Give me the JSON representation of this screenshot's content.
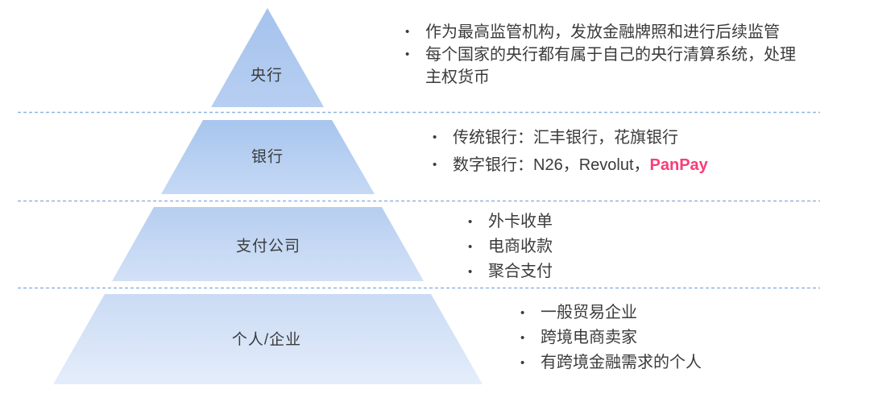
{
  "diagram_title": "",
  "bullet_glyph": "•",
  "levels": [
    {
      "label": "央行",
      "bullets": [
        {
          "text": "作为最高监管机构，发放金融牌照和进行后续监管"
        },
        {
          "text": "每个国家的央行都有属于自己的央行清算系统，处理主权货币"
        }
      ]
    },
    {
      "label": "银行",
      "bullets": [
        {
          "text": "传统银行：汇丰银行，花旗银行"
        },
        {
          "text": "数字银行：N26，Revolut，",
          "highlight": "PanPay"
        }
      ]
    },
    {
      "label": "支付公司",
      "bullets": [
        {
          "text": "外卡收单"
        },
        {
          "text": "电商收款"
        },
        {
          "text": "聚合支付"
        }
      ]
    },
    {
      "label": "个人/企业",
      "bullets": [
        {
          "text": "一般贸易企业"
        },
        {
          "text": "跨境电商卖家"
        },
        {
          "text": "有跨境金融需求的个人"
        }
      ]
    }
  ],
  "colors": {
    "highlight": "#FA3C78",
    "text": "#3B3B3B",
    "separator": "#8FB4E3",
    "level_fills": [
      {
        "top": "#A5C3ED",
        "bottom": "#B7CEF1"
      },
      {
        "top": "#A7C5EE",
        "bottom": "#C6D9F5"
      },
      {
        "top": "#B6CEF0",
        "bottom": "#D3E1F7"
      },
      {
        "top": "#CADBF4",
        "bottom": "#E4EDFB"
      }
    ]
  }
}
